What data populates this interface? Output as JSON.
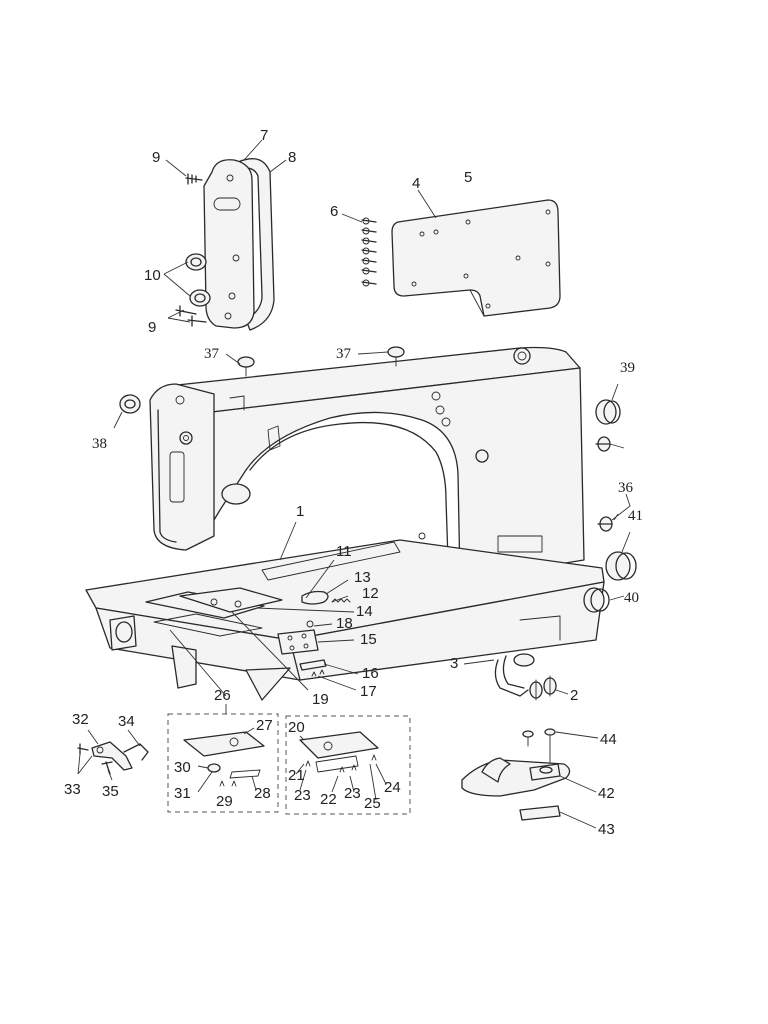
{
  "callouts": {
    "p1": "1",
    "p2": "2",
    "p3": "3",
    "p4": "4",
    "p5": "5",
    "p6": "6",
    "p7": "7",
    "p8": "8",
    "p9a": "9",
    "p9b": "9",
    "p10": "10",
    "p11": "11",
    "p12": "12",
    "p13": "13",
    "p14": "14",
    "p15": "15",
    "p16": "16",
    "p17": "17",
    "p18": "18",
    "p19": "19",
    "p20": "20",
    "p21": "21",
    "p22": "22",
    "p23a": "23",
    "p23b": "23",
    "p24": "24",
    "p25": "25",
    "p26": "26",
    "p27": "27",
    "p28": "28",
    "p29": "29",
    "p30": "30",
    "p31": "31",
    "p32": "32",
    "p33": "33",
    "p34": "34",
    "p35": "35",
    "p36": "36",
    "p37a": "37",
    "p37b": "37",
    "p38": "38",
    "p39": "39",
    "p40": "40",
    "p41": "41",
    "p42": "42",
    "p43": "43",
    "p44": "44"
  },
  "colors": {
    "line": "#2a2a2a",
    "background": "#ffffff"
  }
}
